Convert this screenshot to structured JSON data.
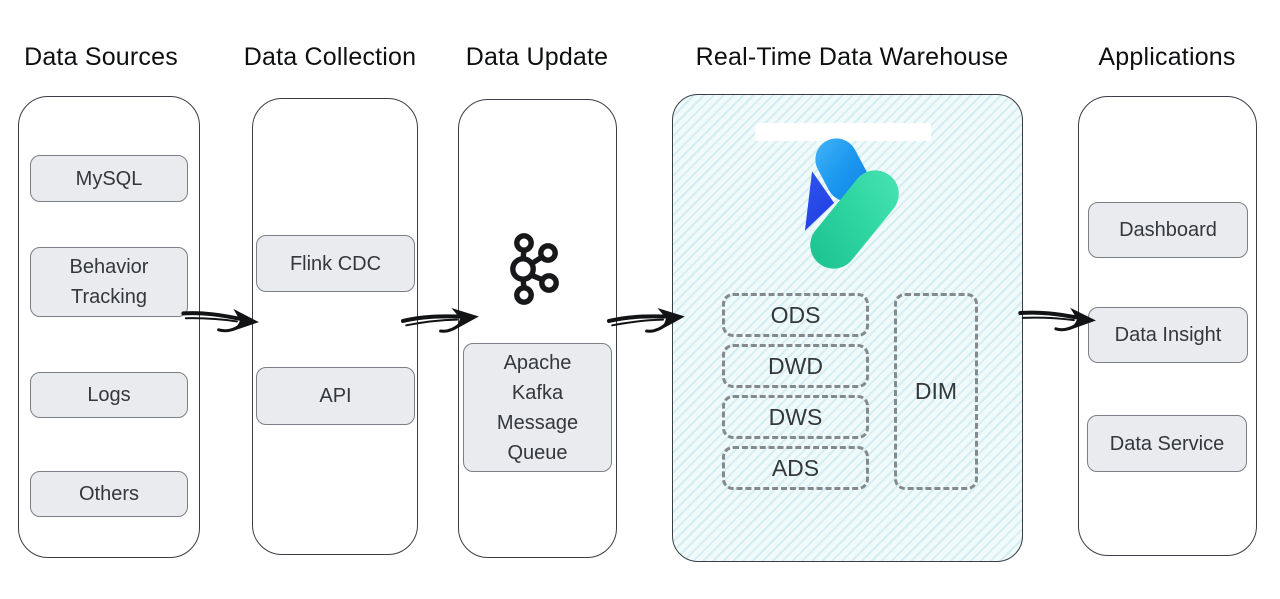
{
  "diagram": {
    "title_row": {
      "sources": "Data Sources",
      "collection": "Data Collection",
      "update": "Data Update",
      "warehouse": "Real-Time Data Warehouse",
      "applications": "Applications"
    },
    "columns": [
      {
        "title": "Data Sources",
        "items": [
          "MySQL",
          "Behavior Tracking",
          "Logs",
          "Others"
        ]
      },
      {
        "title": "Data Collection",
        "items": [
          "Flink CDC",
          "API"
        ]
      },
      {
        "title": "Data Update",
        "icon": "kafka-icon",
        "items": [
          "Apache Kafka Message Queue"
        ]
      },
      {
        "title": "Real-Time Data Warehouse",
        "layers": [
          "ODS",
          "DWD",
          "DWS",
          "ADS"
        ],
        "dim": "DIM"
      },
      {
        "title": "Applications",
        "items": [
          "Dashboard",
          "Data Insight",
          "Data Service"
        ]
      }
    ],
    "colors": {
      "box_fill": "#e9ebee",
      "box_border": "#7b8086",
      "container_border": "#3a3e44",
      "warehouse_bg": "#f1fafb",
      "warehouse_stripe": "#d8eef3",
      "dashed_border": "#84898e",
      "logo_light_blue": "#1e9bf0",
      "logo_dark_blue": "#2342e2",
      "logo_teal": "#2fd6a2",
      "arrow_color": "#121315"
    }
  }
}
